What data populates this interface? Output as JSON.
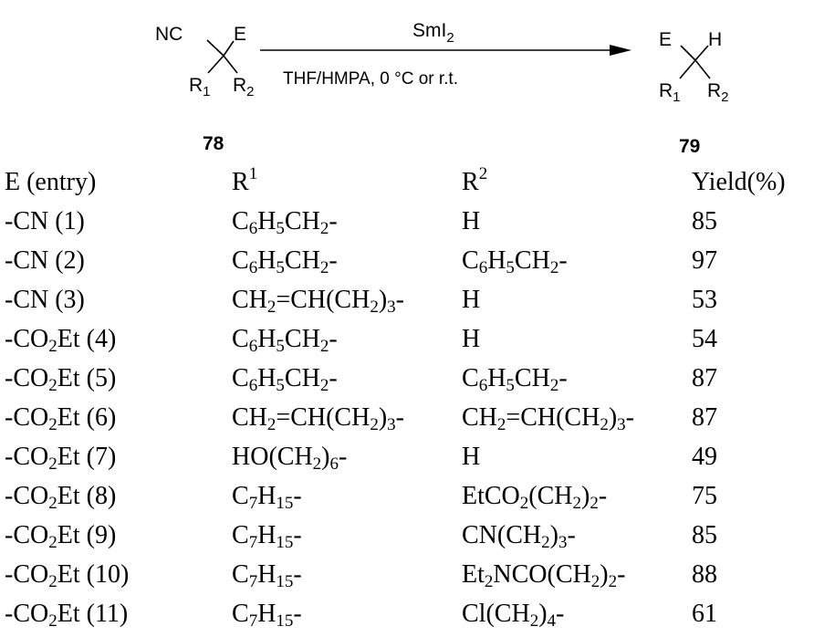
{
  "scheme": {
    "reagent": "SmI",
    "reagent_sub": "2",
    "conditions": "THF/HMPA, 0 °C or r.t.",
    "reactant": {
      "nc": "NC",
      "e": "E",
      "r1": "R",
      "r1_sub": "1",
      "r2": "R",
      "r2_sub": "2",
      "label": "78"
    },
    "product": {
      "e": "E",
      "h": "H",
      "r1": "R",
      "r1_sub": "1",
      "r2": "R",
      "r2_sub": "2",
      "label": "79"
    }
  },
  "table": {
    "headers": {
      "entry": "E (entry)",
      "r1": "R",
      "r1_sup": "1",
      "r2": "R",
      "r2_sup": "2",
      "yield": "Yield(%)"
    },
    "rows": [
      {
        "e": [
          [
            "-CN (1)",
            ""
          ]
        ],
        "r1": [
          [
            "C",
            "6"
          ],
          [
            "H",
            "5"
          ],
          [
            "CH",
            "2"
          ],
          [
            "-",
            ""
          ]
        ],
        "r2": [
          [
            "H",
            ""
          ]
        ],
        "yield": "85"
      },
      {
        "e": [
          [
            "-CN (2)",
            ""
          ]
        ],
        "r1": [
          [
            "C",
            "6"
          ],
          [
            "H",
            "5"
          ],
          [
            "CH",
            "2"
          ],
          [
            "-",
            ""
          ]
        ],
        "r2": [
          [
            "C",
            "6"
          ],
          [
            "H",
            "5"
          ],
          [
            "CH",
            "2"
          ],
          [
            "-",
            ""
          ]
        ],
        "yield": "97"
      },
      {
        "e": [
          [
            "-CN (3)",
            ""
          ]
        ],
        "r1": [
          [
            "CH",
            "2"
          ],
          [
            "=CH(CH",
            "2"
          ],
          [
            ")",
            "3"
          ],
          [
            "-",
            ""
          ]
        ],
        "r2": [
          [
            "H",
            ""
          ]
        ],
        "yield": "53"
      },
      {
        "e": [
          [
            "-CO",
            "2"
          ],
          [
            "Et (4)",
            ""
          ]
        ],
        "r1": [
          [
            "C",
            "6"
          ],
          [
            "H",
            "5"
          ],
          [
            "CH",
            "2"
          ],
          [
            "-",
            ""
          ]
        ],
        "r2": [
          [
            "H",
            ""
          ]
        ],
        "yield": "54"
      },
      {
        "e": [
          [
            "-CO",
            "2"
          ],
          [
            "Et (5)",
            ""
          ]
        ],
        "r1": [
          [
            "C",
            "6"
          ],
          [
            "H",
            "5"
          ],
          [
            "CH",
            "2"
          ],
          [
            "-",
            ""
          ]
        ],
        "r2": [
          [
            "C",
            "6"
          ],
          [
            "H",
            "5"
          ],
          [
            "CH",
            "2"
          ],
          [
            "-",
            ""
          ]
        ],
        "yield": "87"
      },
      {
        "e": [
          [
            "-CO",
            "2"
          ],
          [
            "Et (6)",
            ""
          ]
        ],
        "r1": [
          [
            "CH",
            "2"
          ],
          [
            "=CH(CH",
            "2"
          ],
          [
            ")",
            "3"
          ],
          [
            "-",
            ""
          ]
        ],
        "r2": [
          [
            "CH",
            "2"
          ],
          [
            "=CH(CH",
            "2"
          ],
          [
            ")",
            "3"
          ],
          [
            "-",
            ""
          ]
        ],
        "yield": "87"
      },
      {
        "e": [
          [
            "-CO",
            "2"
          ],
          [
            "Et (7)",
            ""
          ]
        ],
        "r1": [
          [
            "HO(CH",
            "2"
          ],
          [
            ")",
            "6"
          ],
          [
            "-",
            ""
          ]
        ],
        "r2": [
          [
            "H",
            ""
          ]
        ],
        "yield": "49"
      },
      {
        "e": [
          [
            "-CO",
            "2"
          ],
          [
            "Et (8)",
            ""
          ]
        ],
        "r1": [
          [
            "C",
            "7"
          ],
          [
            "H",
            "15"
          ],
          [
            "-",
            ""
          ]
        ],
        "r2": [
          [
            "EtCO",
            "2"
          ],
          [
            "(CH",
            "2"
          ],
          [
            ")",
            "2"
          ],
          [
            "-",
            ""
          ]
        ],
        "yield": "75"
      },
      {
        "e": [
          [
            "-CO",
            "2"
          ],
          [
            "Et (9)",
            ""
          ]
        ],
        "r1": [
          [
            "C",
            "7"
          ],
          [
            "H",
            "15"
          ],
          [
            "-",
            ""
          ]
        ],
        "r2": [
          [
            "CN(CH",
            "2"
          ],
          [
            ")",
            "3"
          ],
          [
            "-",
            ""
          ]
        ],
        "yield": "85"
      },
      {
        "e": [
          [
            "-CO",
            "2"
          ],
          [
            "Et (10)",
            ""
          ]
        ],
        "r1": [
          [
            "C",
            "7"
          ],
          [
            "H",
            "15"
          ],
          [
            "-",
            ""
          ]
        ],
        "r2": [
          [
            "Et",
            "2"
          ],
          [
            "NCO(CH",
            "2"
          ],
          [
            ")",
            "2"
          ],
          [
            "-",
            ""
          ]
        ],
        "yield": "88"
      },
      {
        "e": [
          [
            "-CO",
            "2"
          ],
          [
            "Et  (11)",
            ""
          ]
        ],
        "r1": [
          [
            "C",
            "7"
          ],
          [
            "H",
            "15"
          ],
          [
            "-",
            ""
          ]
        ],
        "r2": [
          [
            "Cl(CH",
            "2"
          ],
          [
            ")",
            "4"
          ],
          [
            "-",
            ""
          ]
        ],
        "yield": "61"
      }
    ]
  }
}
